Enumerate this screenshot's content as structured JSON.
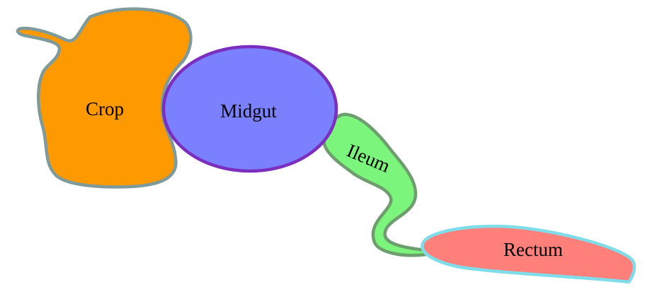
{
  "diagram": {
    "organs": {
      "crop": {
        "label": "Crop",
        "fill": "#FF9900",
        "stroke": "#7F9A9A"
      },
      "midgut": {
        "label": "Midgut",
        "fill": "#7B80FF",
        "stroke": "#7B2FBE"
      },
      "ileum": {
        "label": "Ileum",
        "fill": "#7CF57C",
        "stroke": "#6E9E6E"
      },
      "rectum": {
        "label": "Rectum",
        "fill": "#FF807A",
        "stroke": "#7FDDEA"
      }
    }
  }
}
